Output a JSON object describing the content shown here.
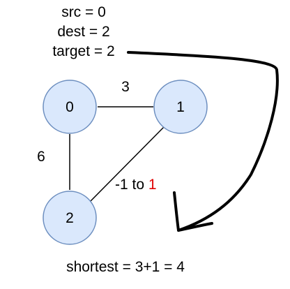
{
  "colors": {
    "node_fill": "#dae8fc",
    "node_stroke": "#6c8ebf",
    "edge": "#000000",
    "highlight": "#e00000",
    "arrow": "#000000"
  },
  "header": {
    "src": "src = 0",
    "dest": "dest = 2",
    "target": "target = 2"
  },
  "nodes": [
    {
      "id": "0",
      "label": "0"
    },
    {
      "id": "1",
      "label": "1"
    },
    {
      "id": "2",
      "label": "2"
    }
  ],
  "edges": [
    {
      "from": "0",
      "to": "1",
      "weight": "3"
    },
    {
      "from": "0",
      "to": "2",
      "weight": "6"
    },
    {
      "from": "1",
      "to": "2",
      "weight_prefix": "-1 to ",
      "weight_highlight": "1"
    }
  ],
  "result": "shortest = 3+1 = 4"
}
